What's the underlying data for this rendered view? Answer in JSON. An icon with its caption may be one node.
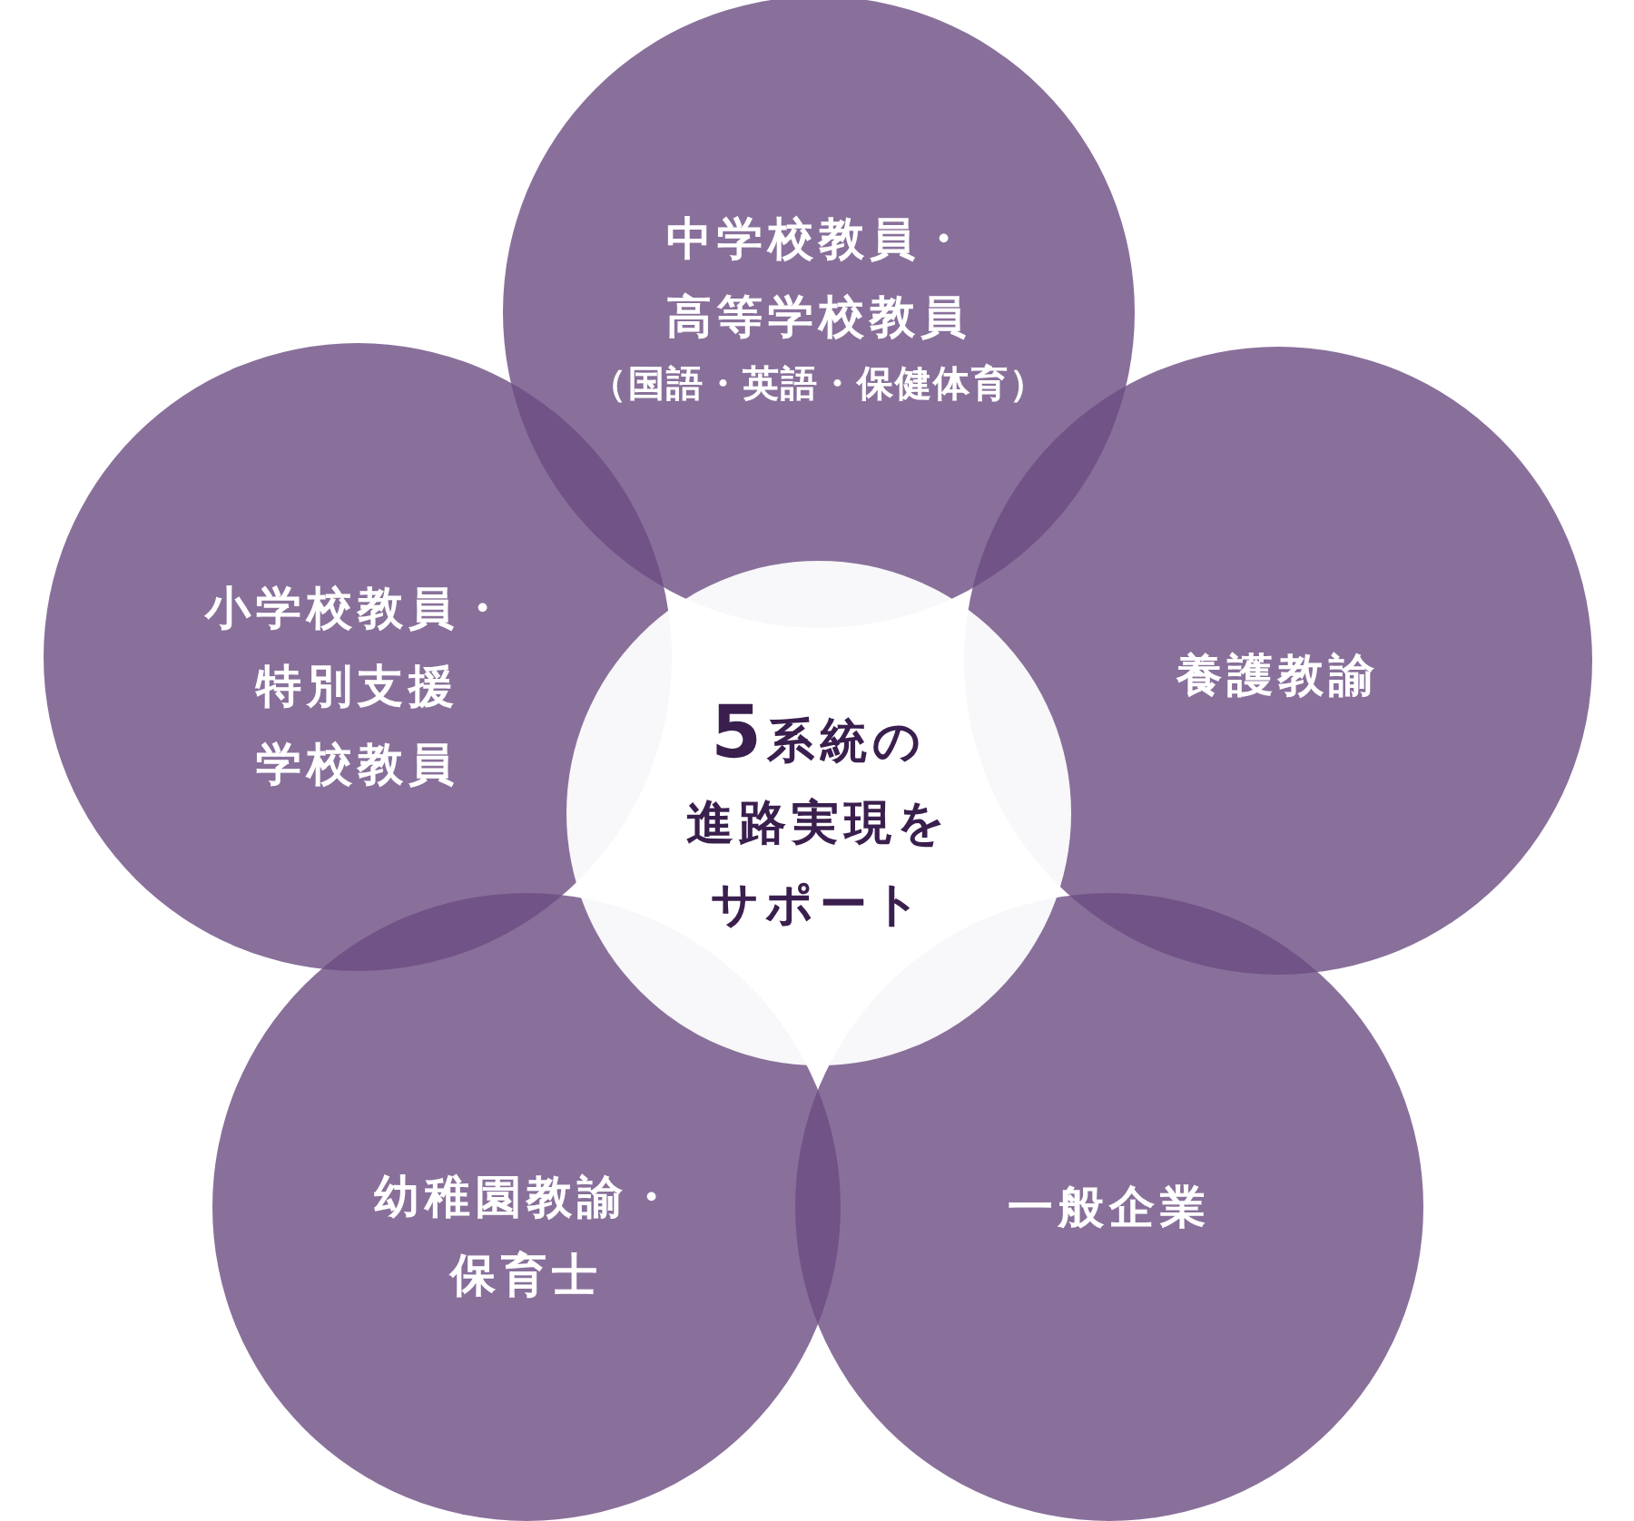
{
  "diagram": {
    "nodes": [
      {
        "text": [
          "中学校教員・高等学校教員",
          "（国語・英語・保健体育）"
        ]
      },
      {
        "text": [
          "小学校教員・特別支援学校教員"
        ]
      },
      {
        "text": [
          "養護教諭"
        ]
      },
      {
        "text": [
          "5系統の進路実現をサポート"
        ]
      },
      {
        "text": [
          "幼稚園教諭・保育士"
        ]
      },
      {
        "text": [
          "一般企業"
        ]
      }
    ]
  }
}
